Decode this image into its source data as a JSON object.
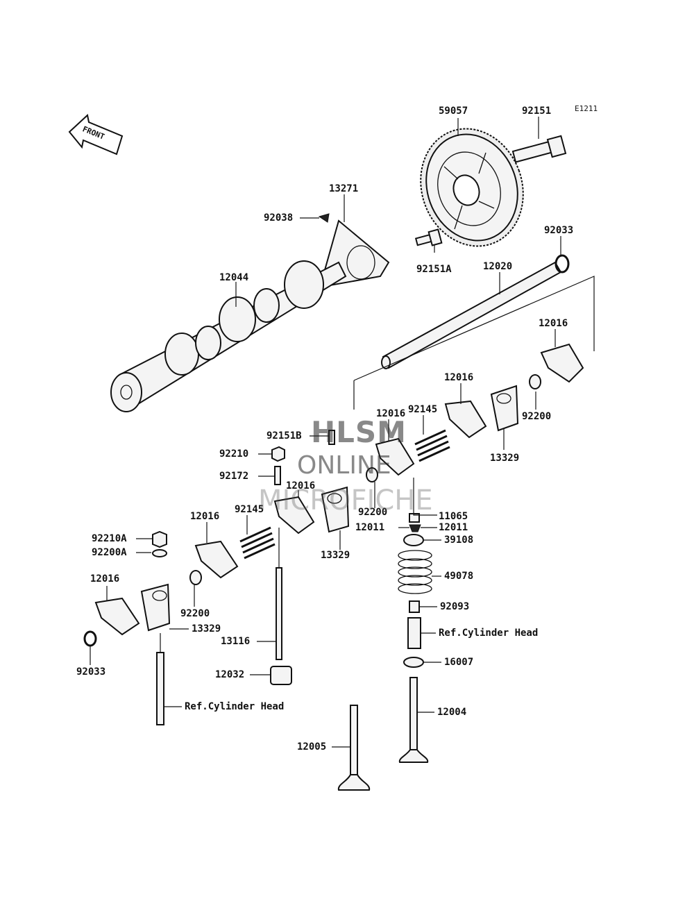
{
  "diagram_code": "E1211",
  "front_arrow_text": "FRONT",
  "watermark": {
    "line1": "HLSM",
    "line2": "ONLINE",
    "line3": "MICROFICHE"
  },
  "labels": {
    "p59057": "59057",
    "p92151": "92151",
    "p13271": "13271",
    "p92038": "92038",
    "p92033_top": "92033",
    "p92151A": "92151A",
    "p12020": "12020",
    "p12044": "12044",
    "p12016_r1": "12016",
    "p12016_r2": "12016",
    "p12016_m1": "12016",
    "p92145_r": "92145",
    "p92200_r": "92200",
    "p13329_r": "13329",
    "p92151B": "92151B",
    "p92210": "92210",
    "p92172": "92172",
    "p12016_m2": "12016",
    "p92145_m": "92145",
    "p92200_m": "92200",
    "p11065": "11065",
    "p12011_a": "12011",
    "p12011_b": "12011",
    "p13329_m": "13329",
    "p39108": "39108",
    "p12016_l1": "12016",
    "p92210A": "92210A",
    "p92200A": "92200A",
    "p49078": "49078",
    "p12016_l2": "12016",
    "p92093": "92093",
    "p92200_l": "92200",
    "p13329_l": "13329",
    "ref_cyl_head_r": "Ref.Cylinder Head",
    "p92033_l": "92033",
    "p13116": "13116",
    "p16007": "16007",
    "p12032": "12032",
    "ref_cyl_head_l": "Ref.Cylinder Head",
    "p12004": "12004",
    "p12005": "12005"
  }
}
